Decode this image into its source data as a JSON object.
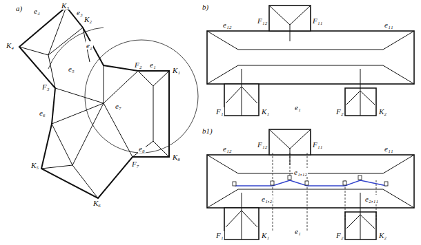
{
  "diagram": {
    "labels": [
      "a)",
      "K₄",
      "e₄",
      "K₃",
      "e₃",
      "K₂",
      "e₂",
      "e₅",
      "F₂",
      "e₁",
      "K₁",
      "F₃",
      "e₇",
      "e₆",
      "e₈",
      "F₇",
      "K₈",
      "K₅",
      "K₆",
      "b)",
      "e₁₂",
      "F₁₂",
      "F₁₁",
      "e₁₁",
      "F₁",
      "K₁",
      "e₁",
      "F₂",
      "K₂",
      "b1)",
      "e₁₂",
      "F₁₂",
      "F₁₁",
      "e₁₁",
      "e₁,₁₂",
      "e₁,₂",
      "e₂,₁₁",
      "F₁",
      "K₁",
      "e₁",
      "F₂",
      "K₂"
    ]
  }
}
